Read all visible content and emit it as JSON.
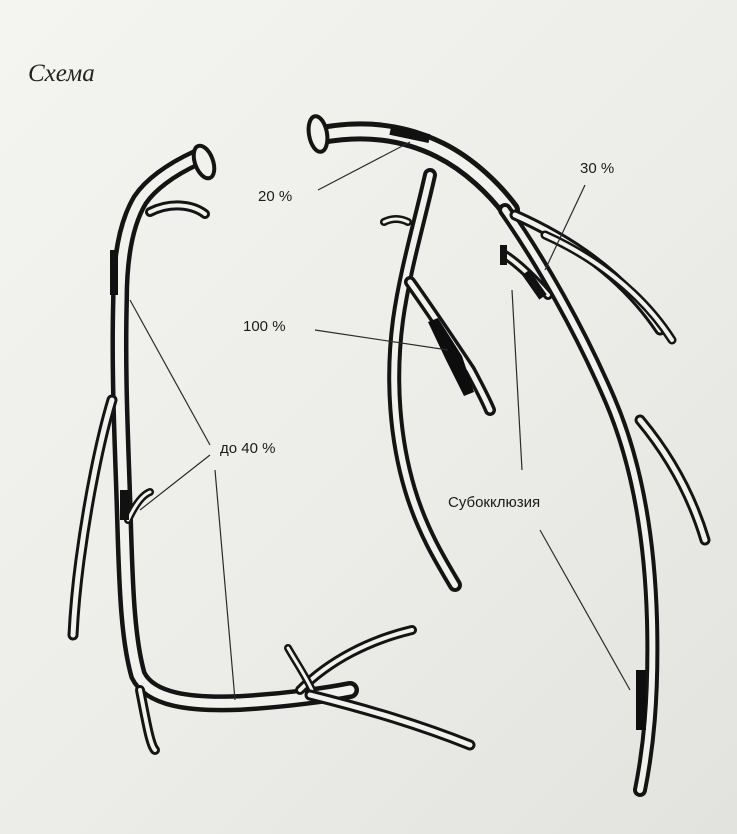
{
  "title": "Схема",
  "labels": {
    "p20": "20 %",
    "p30": "30 %",
    "p100": "100 %",
    "do40": "до 40 %",
    "subocclusion": "Субокклюзия"
  }
}
